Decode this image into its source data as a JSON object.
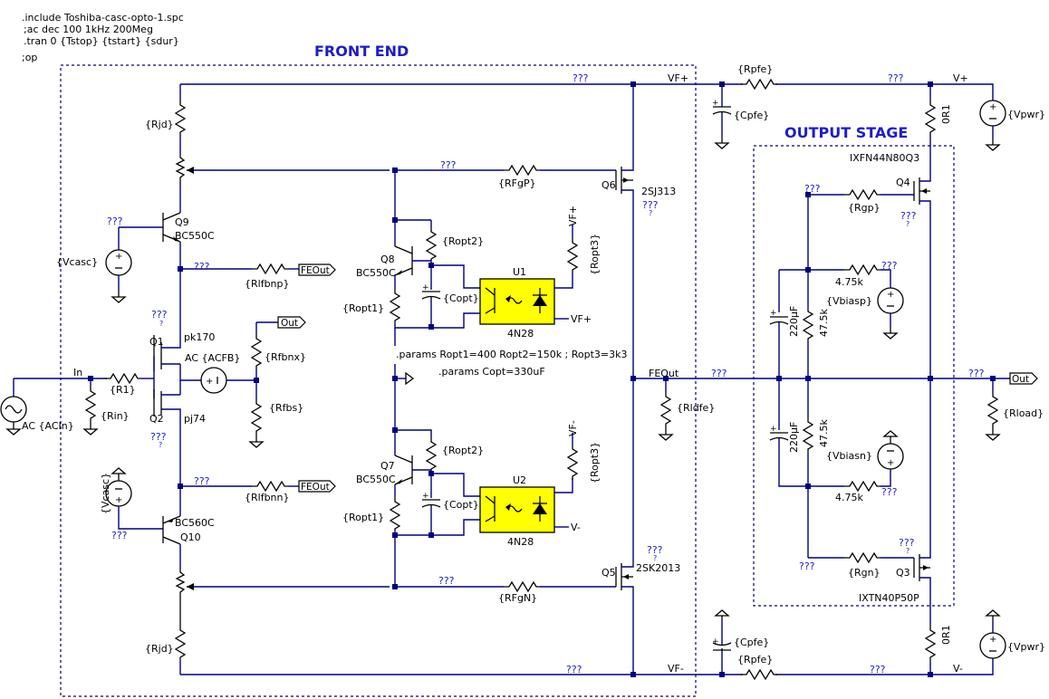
{
  "directives": {
    "include": ".include Toshiba-casc-opto-1.spc",
    "ac": ";ac dec 100 1kHz 200Meg",
    "tran": ".tran 0 {Tstop} {tstart} {sdur}",
    "op": ";op",
    "params1": ".params Ropt1=400 Ropt2=150k ; Ropt3=3k3",
    "params2": ".params Copt=330uF"
  },
  "sections": {
    "front_end": "FRONT END",
    "output_stage": "OUTPUT STAGE"
  },
  "unknown_value": "???",
  "small_unknown": "?",
  "nets": {
    "vf_plus": "VF+",
    "vf_minus": "VF-",
    "v_plus": "V+",
    "v_minus": "V-",
    "in": "In",
    "feout": "FEOut",
    "out": "Out"
  },
  "components": {
    "rjd": "{Rjd}",
    "q9": "Q9",
    "q9_model": "BC550C",
    "q10": "Q10",
    "q10_model": "BC560C",
    "vcasc": "{Vcasc}",
    "rlfbnp": "{Rlfbnp}",
    "rlfbnn": "{Rlfbnn}",
    "q1": "Q1",
    "q1_model": "pk170",
    "q2": "Q2",
    "q2_model": "pj74",
    "acfb": "AC {ACFB}",
    "rfbnx": "{Rfbnx}",
    "rfbs": "{Rfbs}",
    "r1": "{R1}",
    "rin": "{Rin}",
    "acin": "AC {ACIn}",
    "q8": "Q8",
    "q8_model": "BC550C",
    "q7": "Q7",
    "q7_model": "BC550C",
    "ropt1": "{Ropt1}",
    "ropt2": "{Ropt2}",
    "ropt3": "{Ropt3}",
    "copt": "{Copt}",
    "u1": "U1",
    "u2": "U2",
    "opto_model": "4N28",
    "rfgp": "{RFgP}",
    "rfgn": "{RFgN}",
    "q6": "Q6",
    "q6_model": "2SJ313",
    "q5": "Q5",
    "q5_model": "2SK2013",
    "rpfe": "{Rpfe}",
    "cpfe": "{Cpfe}",
    "rldfe": "{Rldfe}",
    "r_0r1": "0R1",
    "vpwr": "{Vpwr}",
    "q4": "Q4",
    "q4_model": "IXFN44N80Q3",
    "q3": "Q3",
    "q3_model": "IXTN40P50P",
    "rgp": "{Rgp}",
    "rgn": "{Rgn}",
    "r_4k75": "4.75k",
    "r_47k5": "47.5k",
    "c_220u": "220µF",
    "vbiasp": "{Vbiasp}",
    "vbiasn": "{Vbiasn}",
    "rload": "{Rload}"
  }
}
